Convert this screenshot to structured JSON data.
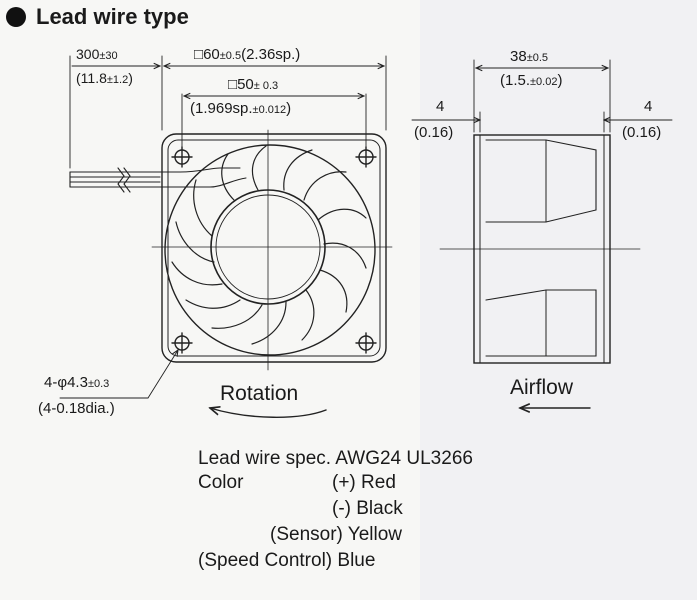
{
  "title": "Lead wire type",
  "dims": {
    "lead_len": "300",
    "lead_len_tol": "±30",
    "lead_len_in": "(11.8",
    "lead_len_in_tol": "±1.2",
    "lead_len_in_close": ")",
    "frame_box": "□",
    "frame": "60",
    "frame_tol": "±0.5",
    "frame_in": "(2.36sp.)",
    "hole_box": "□",
    "hole_pitch": "50",
    "hole_pitch_tol": "± 0.3",
    "hole_pitch_in": "(1.969sp.",
    "hole_pitch_in_tol": "±0.012",
    "hole_pitch_in_close": ")",
    "depth": "38",
    "depth_tol": "±0.5",
    "depth_in": "(1.5.",
    "depth_in_tol": "±0.02",
    "depth_in_close": ")",
    "flange_left": "4",
    "flange_left_in": "(0.16)",
    "flange_right": "4",
    "flange_right_in": "(0.16)",
    "holes": "4-",
    "holes_phi": "φ",
    "holes_d": "4.3",
    "holes_tol": "±0.3",
    "holes_in": "(4-0.18dia.)"
  },
  "labels": {
    "rotation": "Rotation",
    "airflow": "Airflow"
  },
  "spec": {
    "line1": "Lead wire spec. AWG24  UL3266",
    "color_label": "Color",
    "red": "(+) Red",
    "black": "(-) Black",
    "sensor": "(Sensor) Yellow",
    "speed": "(Speed Control) Blue"
  }
}
